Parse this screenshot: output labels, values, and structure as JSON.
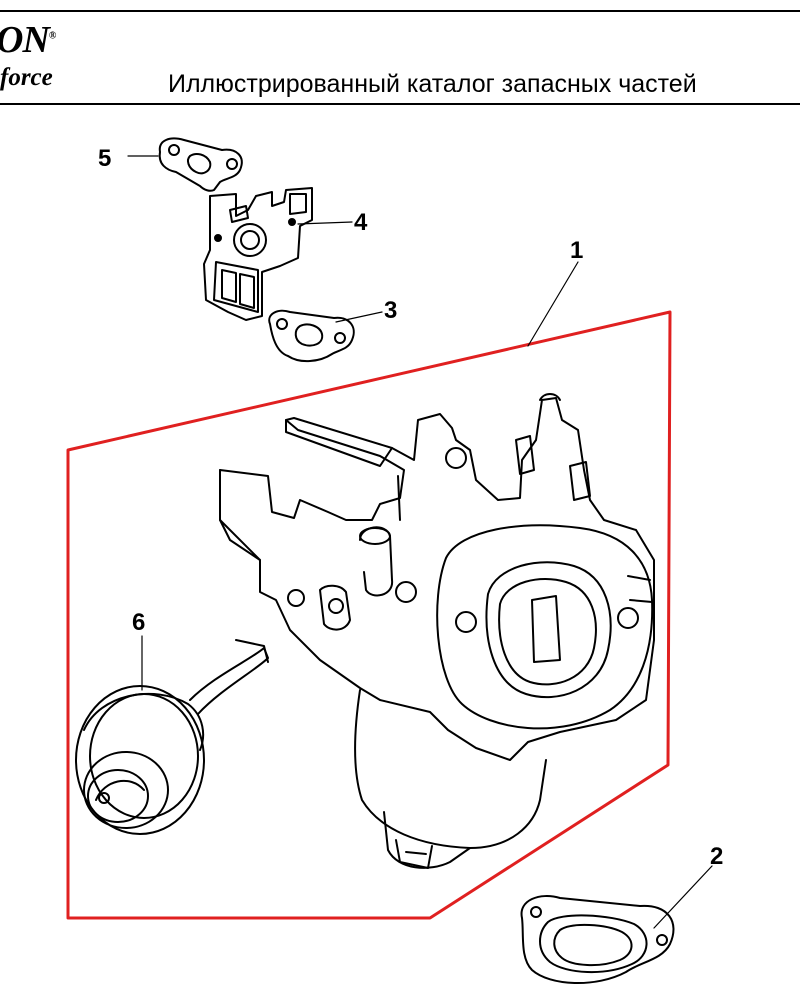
{
  "header": {
    "logo_line1": "ON",
    "logo_mark": "®",
    "logo_line2": "force",
    "title": "Иллюстрированный каталог запасных частей"
  },
  "diagram": {
    "frame_color": "#e02020",
    "callouts": [
      "1",
      "2",
      "3",
      "4",
      "5",
      "6"
    ]
  }
}
